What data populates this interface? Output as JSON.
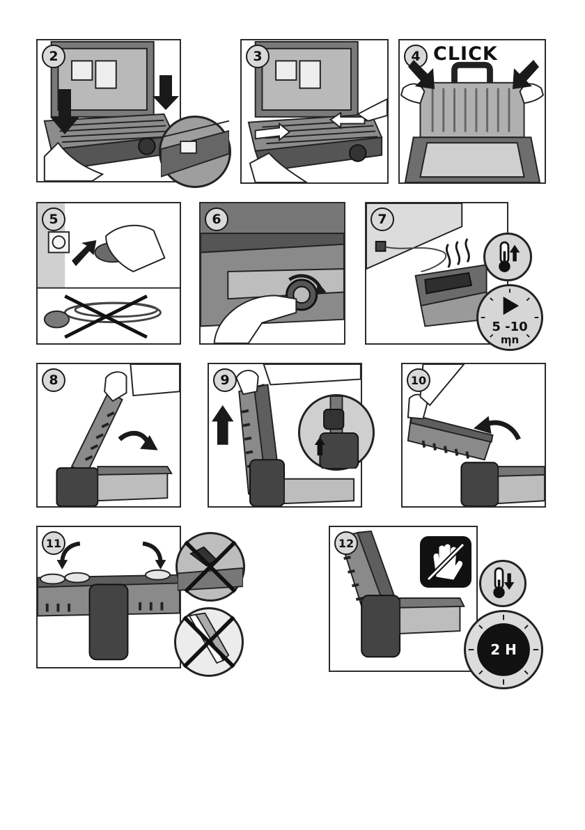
{
  "steps": [
    {
      "number": "2"
    },
    {
      "number": "3"
    },
    {
      "number": "4",
      "caption": "CLICK"
    },
    {
      "number": "5"
    },
    {
      "number": "6"
    },
    {
      "number": "7",
      "time_value": "5 -10",
      "time_unit": "mn"
    },
    {
      "number": "8"
    },
    {
      "number": "9"
    },
    {
      "number": "10"
    },
    {
      "number": "11"
    },
    {
      "number": "12",
      "time_value": "2 H"
    }
  ],
  "icons": [
    "down-arrow-icon",
    "click-arrow-icon",
    "plug-icon",
    "crossed-cord-icon",
    "knob-rotate-icon",
    "thermometer-up-icon",
    "play-timer-icon",
    "curved-arrow-icon",
    "up-arrow-icon",
    "crossed-utensil-icon",
    "no-touch-hand-icon",
    "thermometer-down-icon",
    "clock-icon"
  ],
  "colors": {
    "ink": "#1a1a1a",
    "panel_gray": "#b5b5b5",
    "light_gray": "#dcdcdc",
    "dark_gray": "#555555"
  }
}
